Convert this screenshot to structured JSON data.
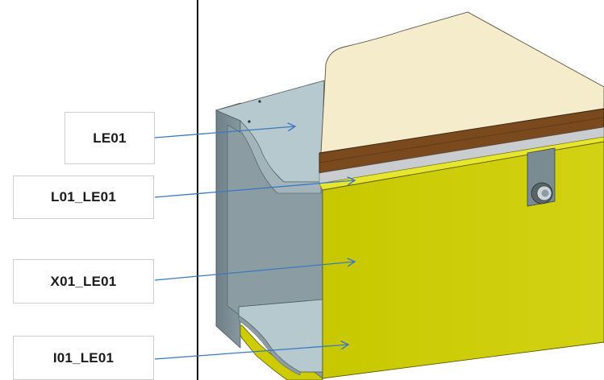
{
  "labels": {
    "le01": "LE01",
    "l01_le01": "L01_LE01",
    "x01_le01": "X01_LE01",
    "i01_le01": "I01_LE01"
  },
  "colors": {
    "top_cushion": "#f4eccb",
    "wood_layer": "#7a4a1e",
    "liner_layer": "#c9cdcf",
    "front_panel": "#cccc00",
    "front_panel_edge": "#e6e630",
    "grey_shell_light": "#b6c9cf",
    "grey_shell_side": "#7a8b92",
    "grey_shell_inner": "#8c9ca3",
    "arrow": "#3a78c2",
    "divider": "#000000"
  },
  "icons": [
    "knob-icon"
  ]
}
